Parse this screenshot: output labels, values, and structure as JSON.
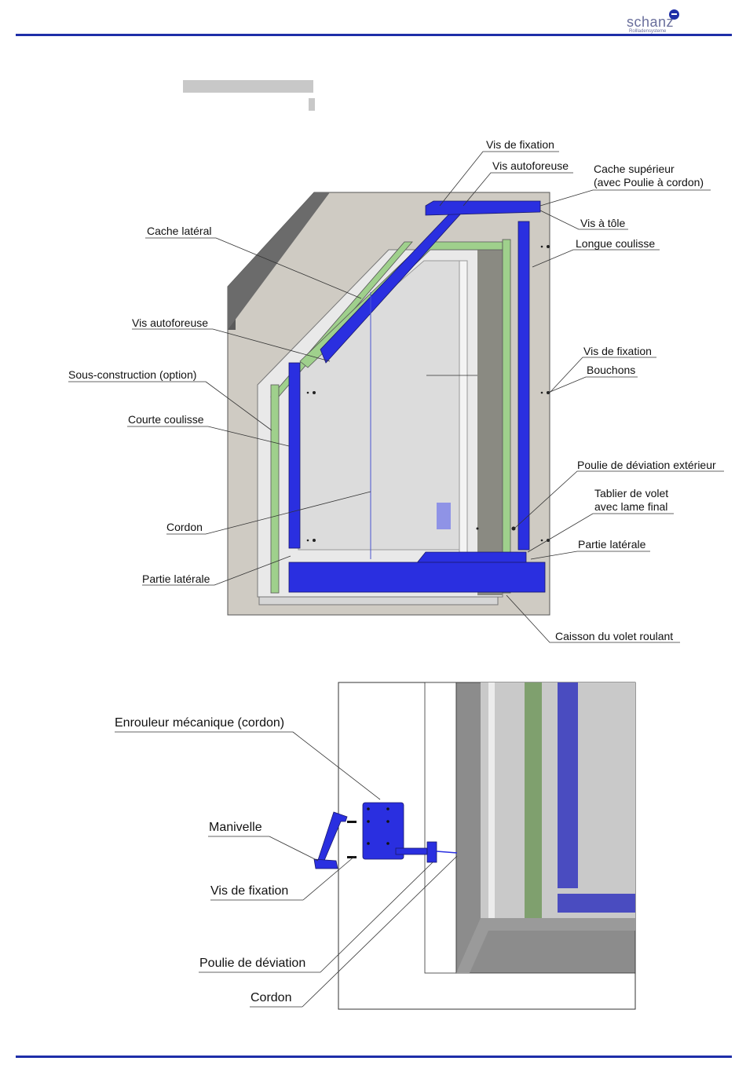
{
  "header": {
    "logo_text": "schanz",
    "logo_subtext": "Rollladensysteme",
    "rule_color": "#1e2ea8"
  },
  "figure1": {
    "labels": {
      "vis_fixation_top": "Vis de fixation",
      "vis_autoforeuse_top": "Vis autoforeuse",
      "cache_superieur_1": "Cache supérieur",
      "cache_superieur_2": "(avec Poulie à cordon)",
      "vis_a_tole": "Vis à tôle",
      "longue_coulisse": "Longue coulisse",
      "cache_lateral": "Cache latéral",
      "vis_autoforeuse_left": "Vis autoforeuse",
      "sous_construction": "Sous-construction (option)",
      "courte_coulisse": "Courte coulisse",
      "cordon": "Cordon",
      "partie_laterale_left": "Partie latérale",
      "vis_fixation_right": "Vis de fixation",
      "bouchons": "Bouchons",
      "poulie_exterieur": "Poulie de déviation extérieur",
      "tablier_1": "Tablier de volet",
      "tablier_2": "avec lame final",
      "partie_laterale_right": "Partie latérale",
      "caisson": "Caisson du volet roulant"
    }
  },
  "figure2": {
    "labels": {
      "enrouleur": "Enrouleur mécanique (cordon)",
      "manivelle": "Manivelle",
      "vis_fixation": "Vis de fixation",
      "poulie_deviation": "Poulie de déviation",
      "cordon": "Cordon"
    }
  },
  "colors": {
    "blue_part": "#2a2fe0",
    "green_part": "#9fd08c",
    "wall": "#cfcbc3",
    "dark_wall": "#5a5a5a"
  }
}
